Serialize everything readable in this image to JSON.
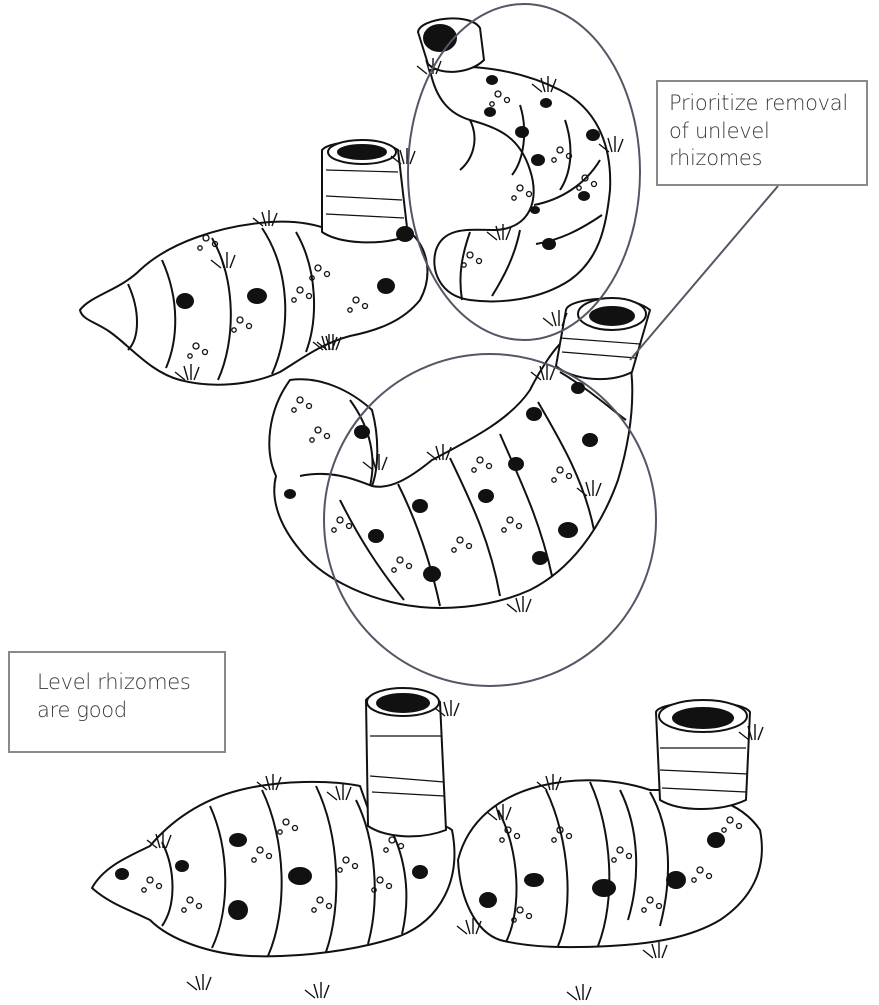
{
  "callouts": {
    "prioritize": {
      "lines": [
        "Prioritize removal",
        "of unlevel",
        "rhizomes"
      ]
    },
    "level": {
      "lines": [
        "Level rhizomes",
        "are good"
      ]
    }
  },
  "colors": {
    "ink": "#111111",
    "outline": "#555566",
    "callout_border": "#8a8a8a",
    "text": "#3a3a3a"
  },
  "icons": [
    "rhizome-drawing",
    "highlight-ellipse",
    "leader-line"
  ]
}
